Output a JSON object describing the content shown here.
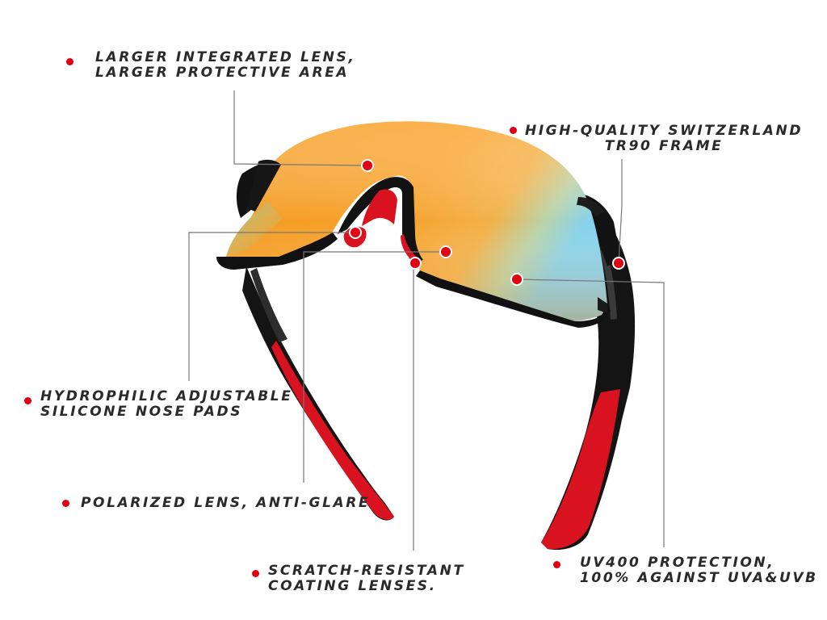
{
  "colors": {
    "accent_red": "#e00012",
    "frame_black": "#111111",
    "temple_red": "#d9121f",
    "lens_orange": "#f59a22",
    "lens_blue": "#8fd3e8",
    "leader_line": "#777777",
    "text": "#2a2a2a"
  },
  "callouts": [
    {
      "id": "lens",
      "lines": [
        "LARGER INTEGRATED LENS,",
        "LARGER PROTECTIVE AREA"
      ]
    },
    {
      "id": "frame",
      "lines": [
        "HIGH-QUALITY SWITZERLAND",
        "TR90 FRAME"
      ]
    },
    {
      "id": "nose",
      "lines": [
        "HYDROPHILIC ADJUSTABLE",
        "SILICONE NOSE PADS"
      ]
    },
    {
      "id": "polarized",
      "lines": [
        "POLARIZED LENS, ANTI-GLARE"
      ]
    },
    {
      "id": "scratch",
      "lines": [
        "SCRATCH-RESISTANT",
        "COATING LENSES."
      ]
    },
    {
      "id": "uv",
      "lines": [
        "UV400 PROTECTION,",
        "100% AGAINST UVA&UVB"
      ]
    }
  ]
}
